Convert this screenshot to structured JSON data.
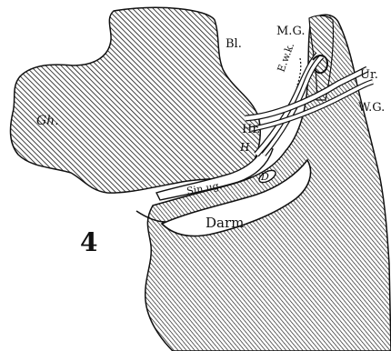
{
  "figure": {
    "number": "4",
    "labels": {
      "gh": "Gh.",
      "bl": "Bl.",
      "mg": "M.G.",
      "ewk": "E.w.k.",
      "ur": "Ur.",
      "wg": "W.G.",
      "hr": "Hr.",
      "h": "H",
      "d": "D",
      "sin_ug": "Sin.ug.",
      "darm": "Darm"
    }
  },
  "colors": {
    "ink": "#111111",
    "paper": "#ffffff"
  }
}
